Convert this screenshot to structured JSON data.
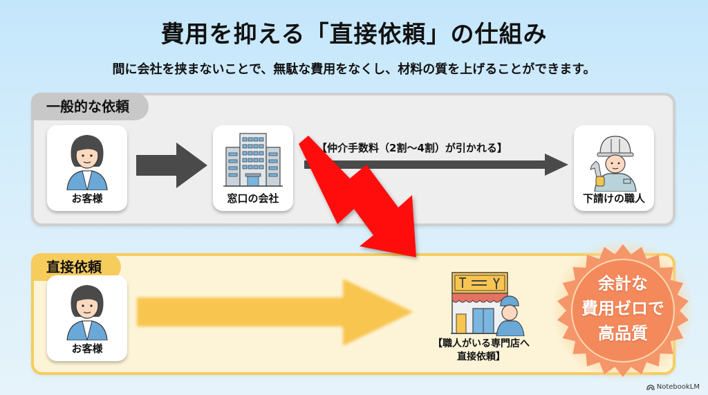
{
  "title": "費用を抑える「直接依頼」の仕組み",
  "subtitle": "間に会社を挟まないことで、無駄な費用をなくし、材料の質を上げることができます。",
  "general": {
    "tab_label": "一般的な依頼",
    "customer_label": "お客様",
    "company_label": "窓口の会社",
    "fee_label": "【仲介手数料（2割〜4割）が引かれる】",
    "worker_label": "下請けの職人"
  },
  "direct": {
    "tab_label": "直接依頼",
    "customer_label": "お客様",
    "shop_label_line1": "【職人がいる専門店へ",
    "shop_label_line2": "直接依頼】"
  },
  "badge": {
    "line1": "余計な",
    "line2": "費用ゼロで",
    "line3": "高品質"
  },
  "watermark": "NotebookLM",
  "colors": {
    "background": "#c4e6fb",
    "general_panel": "#eeeeee",
    "general_tab": "#c8c8c8",
    "direct_panel": "#fdf4d8",
    "direct_border": "#f6cc5c",
    "dark_arrow": "#4a4a4a",
    "red_arrow": "#ff1010",
    "yellow_arrow": "#f8c550",
    "badge": "#f48a5c"
  }
}
